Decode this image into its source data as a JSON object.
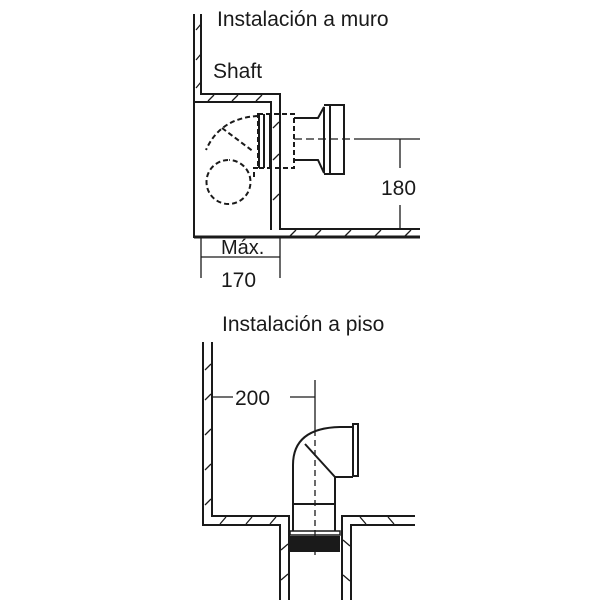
{
  "wall_install": {
    "title": "Instalación a muro",
    "shaft_label": "Shaft",
    "max_label": "Máx.",
    "width_dim": "170",
    "height_dim": "180"
  },
  "floor_install": {
    "title": "Instalación a piso",
    "offset_dim": "200"
  }
}
